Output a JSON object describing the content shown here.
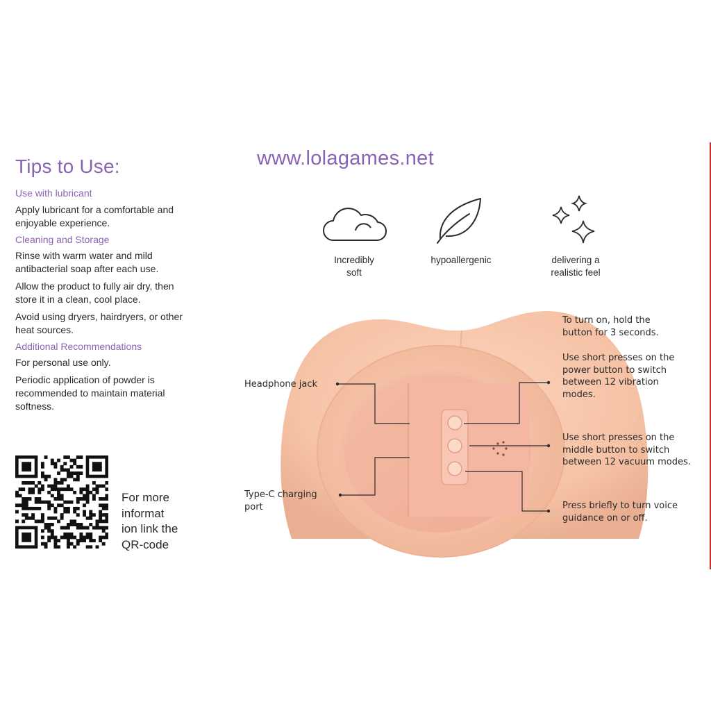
{
  "tips": {
    "title": "Tips to Use:",
    "sections": [
      {
        "heading": "Use with lubricant",
        "paragraphs": [
          "Apply lubricant for a comfortable and\nenjoyable experience."
        ]
      },
      {
        "heading": "Cleaning and Storage",
        "paragraphs": [
          "Rinse with warm water and mild\nantibacterial soap after each use.",
          "Allow the product to fully air dry, then\nstore it in a clean, cool place.",
          "Avoid using dryers, hairdryers, or other\nheat sources."
        ]
      },
      {
        "heading": "Additional Recommendations",
        "paragraphs": [
          "For personal use only.",
          "Periodic application of powder is\nrecommended to maintain material\nsoftness."
        ]
      }
    ]
  },
  "website": "www.lolagames.net",
  "features": [
    {
      "icon": "cloud-icon",
      "label": "Incredibly\nsoft"
    },
    {
      "icon": "leaf-icon",
      "label": "hypoallergenic"
    },
    {
      "icon": "sparkles-icon",
      "label": "delivering a\nrealistic feel"
    }
  ],
  "callouts": {
    "headphone_jack": "Headphone jack",
    "type_c_port": "Type-C charging\nport",
    "turn_on": "To turn on, hold the\nbutton for 3 seconds.",
    "power_button": "Use short presses on the\npower button to switch\nbetween 12 vibration\nmodes.",
    "middle_button": "Use short presses on the\nmiddle button to switch\nbetween 12 vacuum modes.",
    "voice_button": "Press briefly to turn voice\nguidance on or off."
  },
  "qr": {
    "text": "For more\ninformat\nion link the\nQR-code"
  },
  "colors": {
    "accent": "#8a63b5",
    "product_skin": "#f6c4a8",
    "border": "#c9302c"
  }
}
